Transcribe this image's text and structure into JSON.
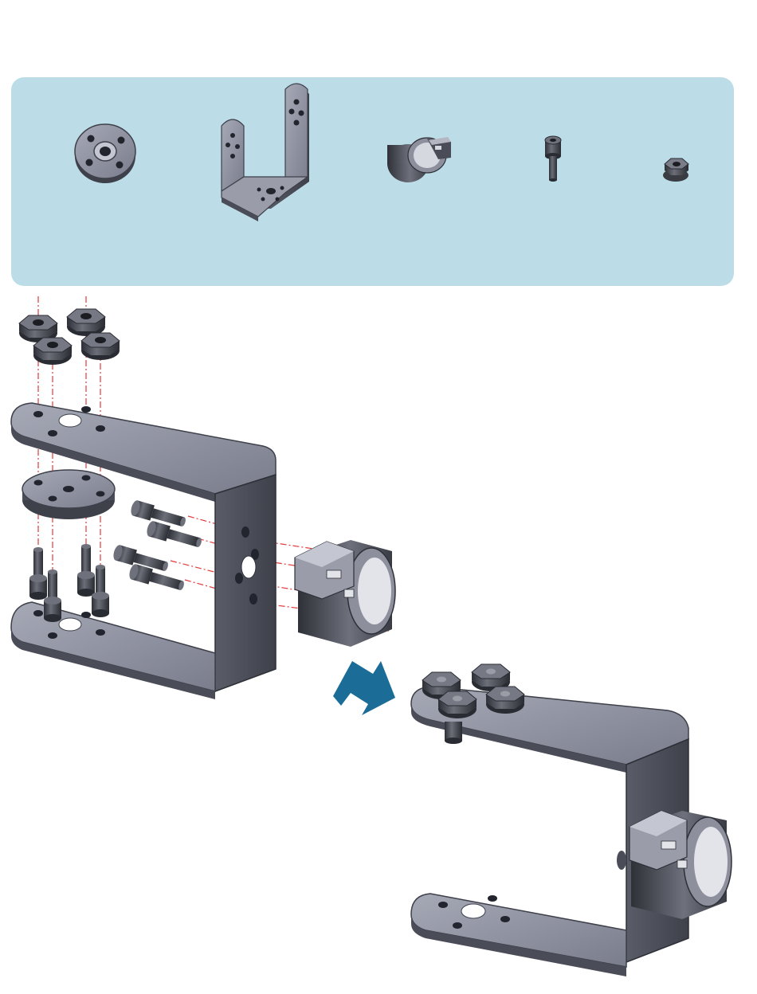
{
  "parts": [
    {
      "name": "servo-horn",
      "icon": "servo-horn-icon"
    },
    {
      "name": "u-bracket",
      "icon": "u-bracket-icon"
    },
    {
      "name": "bearing-sleeve",
      "icon": "bearing-sleeve-icon"
    },
    {
      "name": "hex-socket-screw",
      "icon": "hex-socket-screw-icon"
    },
    {
      "name": "lock-nut",
      "icon": "lock-nut-icon"
    }
  ],
  "colors": {
    "panel": "#bcdde8",
    "metal": "#8e91a0",
    "metal_dark": "#4a4c58",
    "metal_light": "#c4c7d2",
    "hole": "#23252e",
    "fastener": "#3a3c44",
    "guide_line": "#e23a3a",
    "arrow": "#1c6c98"
  }
}
